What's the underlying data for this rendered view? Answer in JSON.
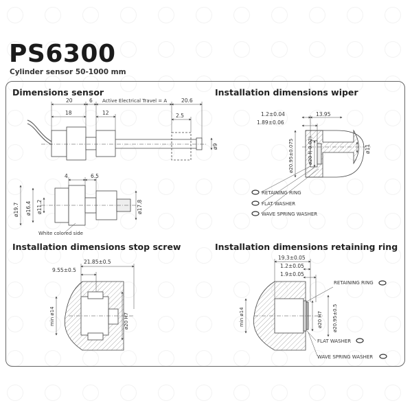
{
  "header": {
    "title": "PS6300",
    "subtitle": "Cylinder sensor 50-1000 mm"
  },
  "sections": {
    "dimensions_sensor": {
      "title": "Dimensions sensor",
      "dims": {
        "d20": "20",
        "d6": "6",
        "travel": "Active Electrical Travel = A",
        "d20_6": "20.6",
        "d18": "18",
        "d12": "12",
        "d2_5": "2.5",
        "dia9": "ø9",
        "d4": "4",
        "d6_5": "6.5",
        "dia19_7": "ø19.7",
        "dia16_4": "ø16.4",
        "dia11_2": "ø11.2",
        "dia17_8": "ø17.8",
        "white_side": "White colored side"
      }
    },
    "wiper": {
      "title": "Installation dimensions wiper",
      "dims": {
        "d1_2": "1.2±0.04",
        "d13_95": "13.95",
        "d1_89": "1.89±0.06",
        "dia20_95": "ø20.95±0.075",
        "dia20f": "ø20 f(-0.02)",
        "dia11": "ø11",
        "retaining_ring": "RETAINING RING",
        "flat_washer": "FLAT WASHER",
        "wave_spring": "WAVE SPRING WASHER"
      }
    },
    "stop_screw": {
      "title": "Installation dimensions stop screw",
      "dims": {
        "d21_85": "21.85±0.5",
        "d9_55": "9.55±0.5",
        "min14": "min ø14",
        "dia20h7": "ø20 H7"
      }
    },
    "retaining_ring": {
      "title": "Installation dimensions retaining ring",
      "dims": {
        "d19_3": "19.3±0.05",
        "d1_2": "1.2±0.05",
        "d1_9": "1.9±0.05",
        "retaining_ring": "RETAINING RING",
        "min14": "min ø14",
        "dia20h7": "ø20 H7",
        "dia20_95": "ø20.95±0.5",
        "flat_washer": "FLAT WASHER",
        "wave_spring": "WAVE SPRING WASHER"
      }
    }
  },
  "colors": {
    "line": "#444444",
    "hatch": "#888888",
    "frame": "#666666"
  }
}
